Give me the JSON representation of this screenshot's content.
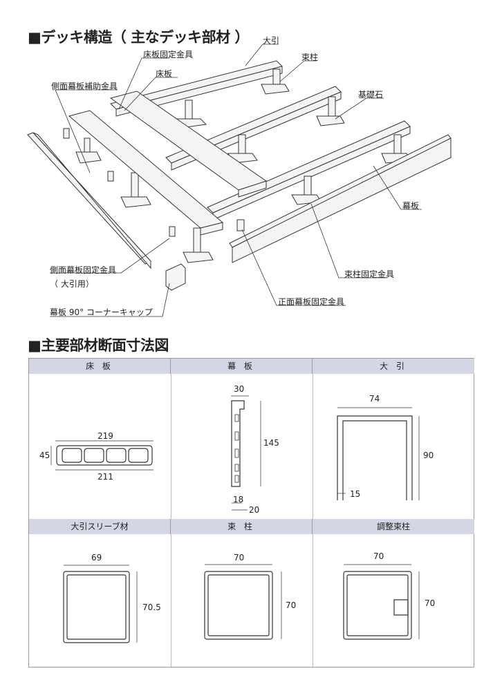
{
  "section1": {
    "title": "■デッキ構造（ 主なデッキ部材 ）",
    "labels": {
      "ohbiki": "大引",
      "tsukabashira": "束柱",
      "kisoishi": "基礎石",
      "yukaita_kotei": "床板固定金具",
      "yukaita": "床板",
      "sokumen_hojo": "側面幕板補助金具",
      "makuita": "幕板",
      "sokumen_kotei": "側面幕板固定金具",
      "sokumen_kotei_sub": "（ 大引用）",
      "corner_cap": "幕板 90° コーナーキャップ",
      "tsuka_kotei": "束柱固定金具",
      "shomen_kotei": "正面幕板固定金具"
    }
  },
  "section2": {
    "title": "■主要部材断面寸法図",
    "cells": [
      {
        "header": "床 板",
        "dims": [
          "219",
          "45",
          "211"
        ]
      },
      {
        "header": "幕 板",
        "dims": [
          "30",
          "145",
          "18",
          "20"
        ]
      },
      {
        "header": "大 引",
        "dims": [
          "74",
          "90",
          "15"
        ]
      },
      {
        "header": "大引スリーブ材",
        "dims": [
          "69",
          "70.5"
        ]
      },
      {
        "header": "束 柱",
        "dims": [
          "70",
          "70"
        ]
      },
      {
        "header": "調整束柱",
        "dims": [
          "70",
          "70"
        ]
      }
    ]
  },
  "colors": {
    "header_bg": "#d4d6e3",
    "line": "#333333"
  }
}
